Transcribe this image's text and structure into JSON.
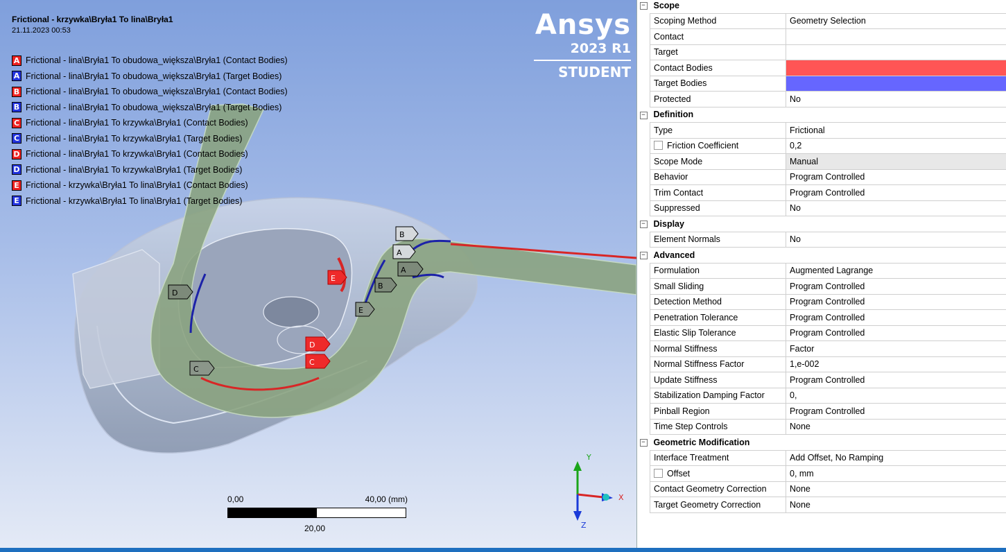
{
  "viewport": {
    "title": "Frictional - krzywka\\Bryła1 To lina\\Bryła1",
    "date": "21.11.2023 00:53",
    "legend": [
      {
        "key": "A",
        "color": "#ee2222",
        "text": "Frictional - lina\\Bryła1 To obudowa_większa\\Bryła1 (Contact Bodies)"
      },
      {
        "key": "A",
        "color": "#2233dd",
        "text": "Frictional - lina\\Bryła1 To obudowa_większa\\Bryła1 (Target Bodies)"
      },
      {
        "key": "B",
        "color": "#ee2222",
        "text": "Frictional - lina\\Bryła1 To obudowa_większa\\Bryła1 (Contact Bodies)"
      },
      {
        "key": "B",
        "color": "#2233dd",
        "text": "Frictional - lina\\Bryła1 To obudowa_większa\\Bryła1 (Target Bodies)"
      },
      {
        "key": "C",
        "color": "#ee2222",
        "text": "Frictional - lina\\Bryła1 To krzywka\\Bryła1 (Contact Bodies)"
      },
      {
        "key": "C",
        "color": "#2233dd",
        "text": "Frictional - lina\\Bryła1 To krzywka\\Bryła1 (Target Bodies)"
      },
      {
        "key": "D",
        "color": "#ee2222",
        "text": "Frictional - lina\\Bryła1 To krzywka\\Bryła1 (Contact Bodies)"
      },
      {
        "key": "D",
        "color": "#2233dd",
        "text": "Frictional - lina\\Bryła1 To krzywka\\Bryła1 (Target Bodies)"
      },
      {
        "key": "E",
        "color": "#ee2222",
        "text": "Frictional - krzywka\\Bryła1 To lina\\Bryła1 (Contact Bodies)"
      },
      {
        "key": "E",
        "color": "#2233dd",
        "text": "Frictional - krzywka\\Bryła1 To lina\\Bryła1 (Target Bodies)"
      }
    ],
    "brand": {
      "name": "Ansys",
      "version": "2023 R1",
      "edition": "STUDENT"
    },
    "scale": {
      "min": "0,00",
      "max": "40,00 (mm)",
      "mid": "20,00",
      "fill_fraction": 0.5
    },
    "triad": {
      "y": "Y",
      "x": "X",
      "z": "Z"
    },
    "markers": {
      "b1": "B",
      "a1": "A",
      "a2": "A",
      "b2": "B",
      "e_red": "E",
      "e_black": "E",
      "d_black": "D",
      "d_red": "D",
      "c_red": "C",
      "c_black": "C"
    }
  },
  "details": {
    "sections": [
      {
        "title": "Scope",
        "rows": [
          {
            "label": "Scoping Method",
            "value": "Geometry Selection"
          },
          {
            "label": "Contact",
            "value": ""
          },
          {
            "label": "Target",
            "value": ""
          },
          {
            "label": "Contact Bodies",
            "value": "",
            "swatch": "#ff5555"
          },
          {
            "label": "Target Bodies",
            "value": "",
            "swatch": "#6666ff"
          },
          {
            "label": "Protected",
            "value": "No"
          }
        ]
      },
      {
        "title": "Definition",
        "rows": [
          {
            "label": "Type",
            "value": "Frictional"
          },
          {
            "label": "Friction Coefficient",
            "value": "0,2",
            "checkbox": true
          },
          {
            "label": "Scope Mode",
            "value": "Manual",
            "grey": true
          },
          {
            "label": "Behavior",
            "value": "Program Controlled"
          },
          {
            "label": "Trim Contact",
            "value": "Program Controlled"
          },
          {
            "label": "Suppressed",
            "value": "No"
          }
        ]
      },
      {
        "title": "Display",
        "rows": [
          {
            "label": "Element Normals",
            "value": "No"
          }
        ]
      },
      {
        "title": "Advanced",
        "rows": [
          {
            "label": "Formulation",
            "value": "Augmented Lagrange"
          },
          {
            "label": "Small Sliding",
            "value": "Program Controlled"
          },
          {
            "label": "Detection Method",
            "value": "Program Controlled"
          },
          {
            "label": "Penetration Tolerance",
            "value": "Program Controlled"
          },
          {
            "label": "Elastic Slip Tolerance",
            "value": "Program Controlled"
          },
          {
            "label": "Normal Stiffness",
            "value": "Factor"
          },
          {
            "label": "Normal Stiffness Factor",
            "value": "1,e-002"
          },
          {
            "label": "Update Stiffness",
            "value": "Program Controlled"
          },
          {
            "label": "Stabilization Damping Factor",
            "value": "0,"
          },
          {
            "label": "Pinball Region",
            "value": "Program Controlled"
          },
          {
            "label": "Time Step Controls",
            "value": "None"
          }
        ]
      },
      {
        "title": "Geometric Modification",
        "rows": [
          {
            "label": "Interface Treatment",
            "value": "Add Offset, No Ramping"
          },
          {
            "label": "Offset",
            "value": "0, mm",
            "checkbox": true
          },
          {
            "label": "Contact Geometry Correction",
            "value": "None"
          },
          {
            "label": "Target Geometry Correction",
            "value": "None"
          }
        ]
      }
    ]
  }
}
